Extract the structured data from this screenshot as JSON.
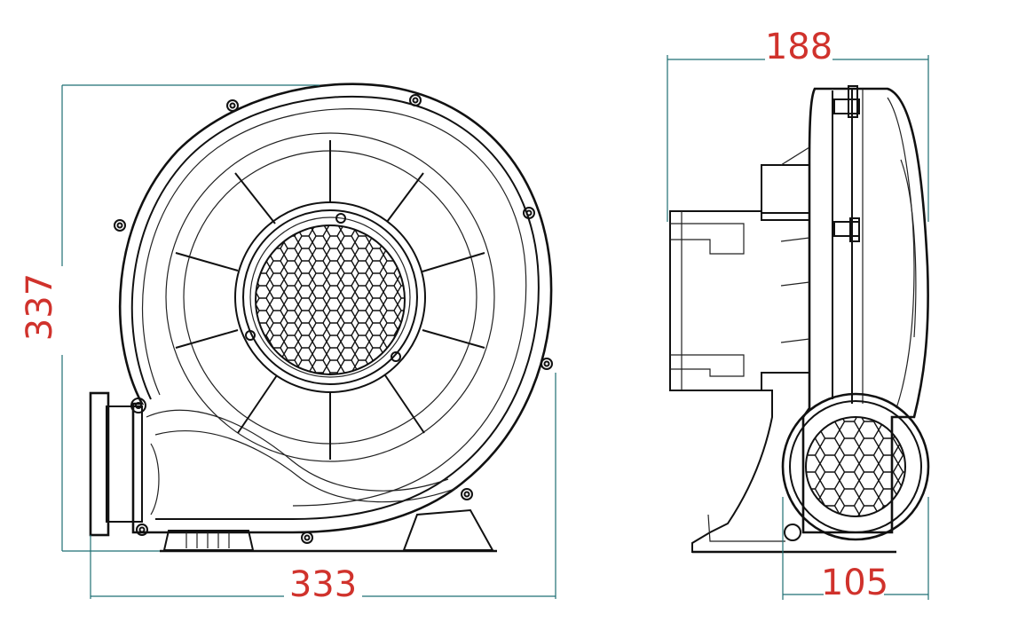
{
  "dimensions": {
    "front_height": "337",
    "front_width": "333",
    "side_width": "188",
    "side_base": "105"
  },
  "colors": {
    "outline": "#111111",
    "dimension_line": "#1f6f73",
    "dimension_text": "#d0322c"
  }
}
